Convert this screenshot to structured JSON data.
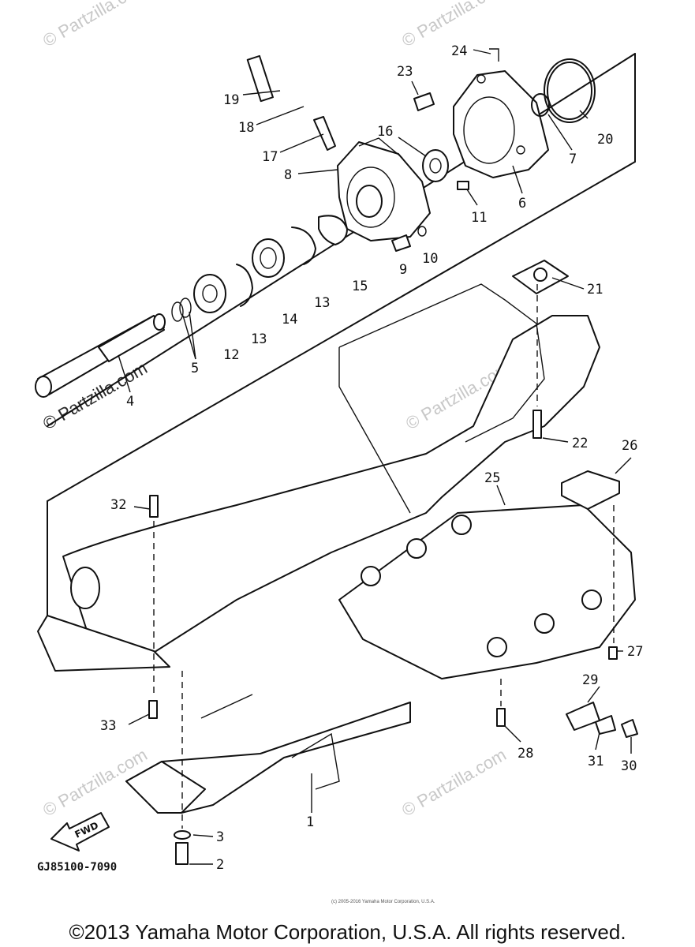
{
  "diagram_code": "GJ85100-7090",
  "fwd_label": "FWD",
  "watermark_text": "© Partzilla.com",
  "watermark_brand": "Partzilla.com",
  "fine_print": "(c) 2005-2016 Yamaha Motor Corporation, U.S.A.",
  "copyright": "©2013 Yamaha Motor Corporation, U.S.A. All rights reserved.",
  "callouts": {
    "c1": "1",
    "c2": "2",
    "c3": "3",
    "c4": "4",
    "c5": "5",
    "c6": "6",
    "c7": "7",
    "c8": "8",
    "c9": "9",
    "c10": "10",
    "c11": "11",
    "c12": "12",
    "c13a": "13",
    "c13b": "13",
    "c14": "14",
    "c15": "15",
    "c16": "16",
    "c17": "17",
    "c18": "18",
    "c19": "19",
    "c20": "20",
    "c21": "21",
    "c22": "22",
    "c23": "23",
    "c24": "24",
    "c25": "25",
    "c26": "26",
    "c27": "27",
    "c28": "28",
    "c29": "29",
    "c30": "30",
    "c31": "31",
    "c32": "32",
    "c33": "33"
  }
}
